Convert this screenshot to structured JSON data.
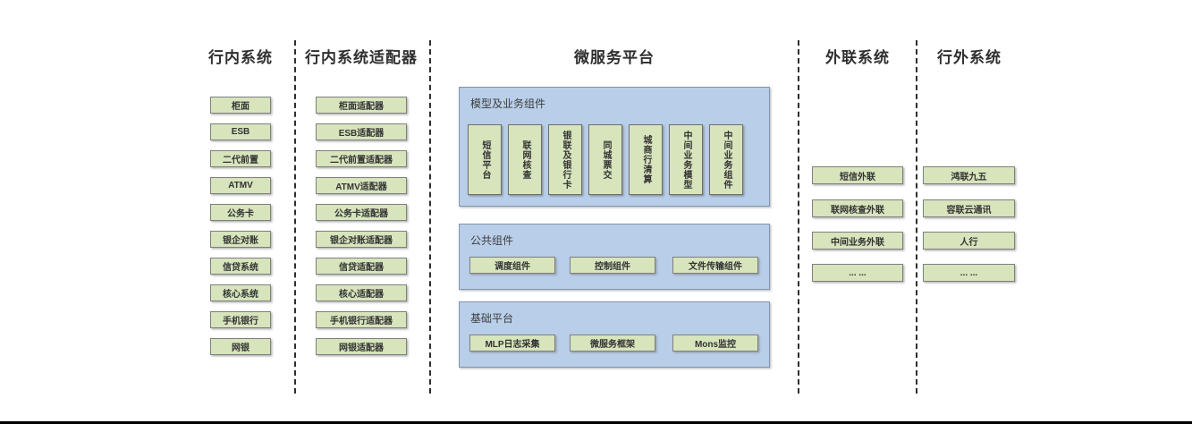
{
  "diagram_title": "bank-microservice-architecture",
  "colors": {
    "box_fill": "#d7e4bc",
    "box_border": "#7f7f7f",
    "panel_fill": "#b9cfe9",
    "panel_border": "#8094ab",
    "separator": "#2e2e2e",
    "bottom_rule": "#000000"
  },
  "columns": {
    "internal": {
      "header": "行内系统",
      "items": [
        "柜面",
        "ESB",
        "二代前置",
        "ATMV",
        "公务卡",
        "银企对账",
        "信贷系统",
        "核心系统",
        "手机银行",
        "网银"
      ]
    },
    "adapters": {
      "header": "行内系统适配器",
      "items": [
        "柜面适配器",
        "ESB适配器",
        "二代前置适配器",
        "ATMV适配器",
        "公务卡适配器",
        "银企对账适配器",
        "信贷适配器",
        "核心适配器",
        "手机银行适配器",
        "网银适配器"
      ]
    },
    "platform": {
      "header": "微服务平台",
      "model_group": {
        "title": "模型及业务组件",
        "items": [
          "短信平台",
          "联网核查",
          "银联及银行卡",
          "同城票交",
          "城商行清算",
          "中间业务模型",
          "中间业务组件"
        ]
      },
      "common_group": {
        "title": "公共组件",
        "items": [
          "调度组件",
          "控制组件",
          "文件传输组件"
        ]
      },
      "base_group": {
        "title": "基础平台",
        "items": [
          "MLP日志采集",
          "微服务框架",
          "Mons监控"
        ]
      }
    },
    "external_link": {
      "header": "外联系统",
      "items": [
        "短信外联",
        "联网核查外联",
        "中间业务外联",
        "... ..."
      ]
    },
    "external": {
      "header": "行外系统",
      "items": [
        "鸿联九五",
        "容联云通讯",
        "人行",
        "... ..."
      ]
    }
  }
}
